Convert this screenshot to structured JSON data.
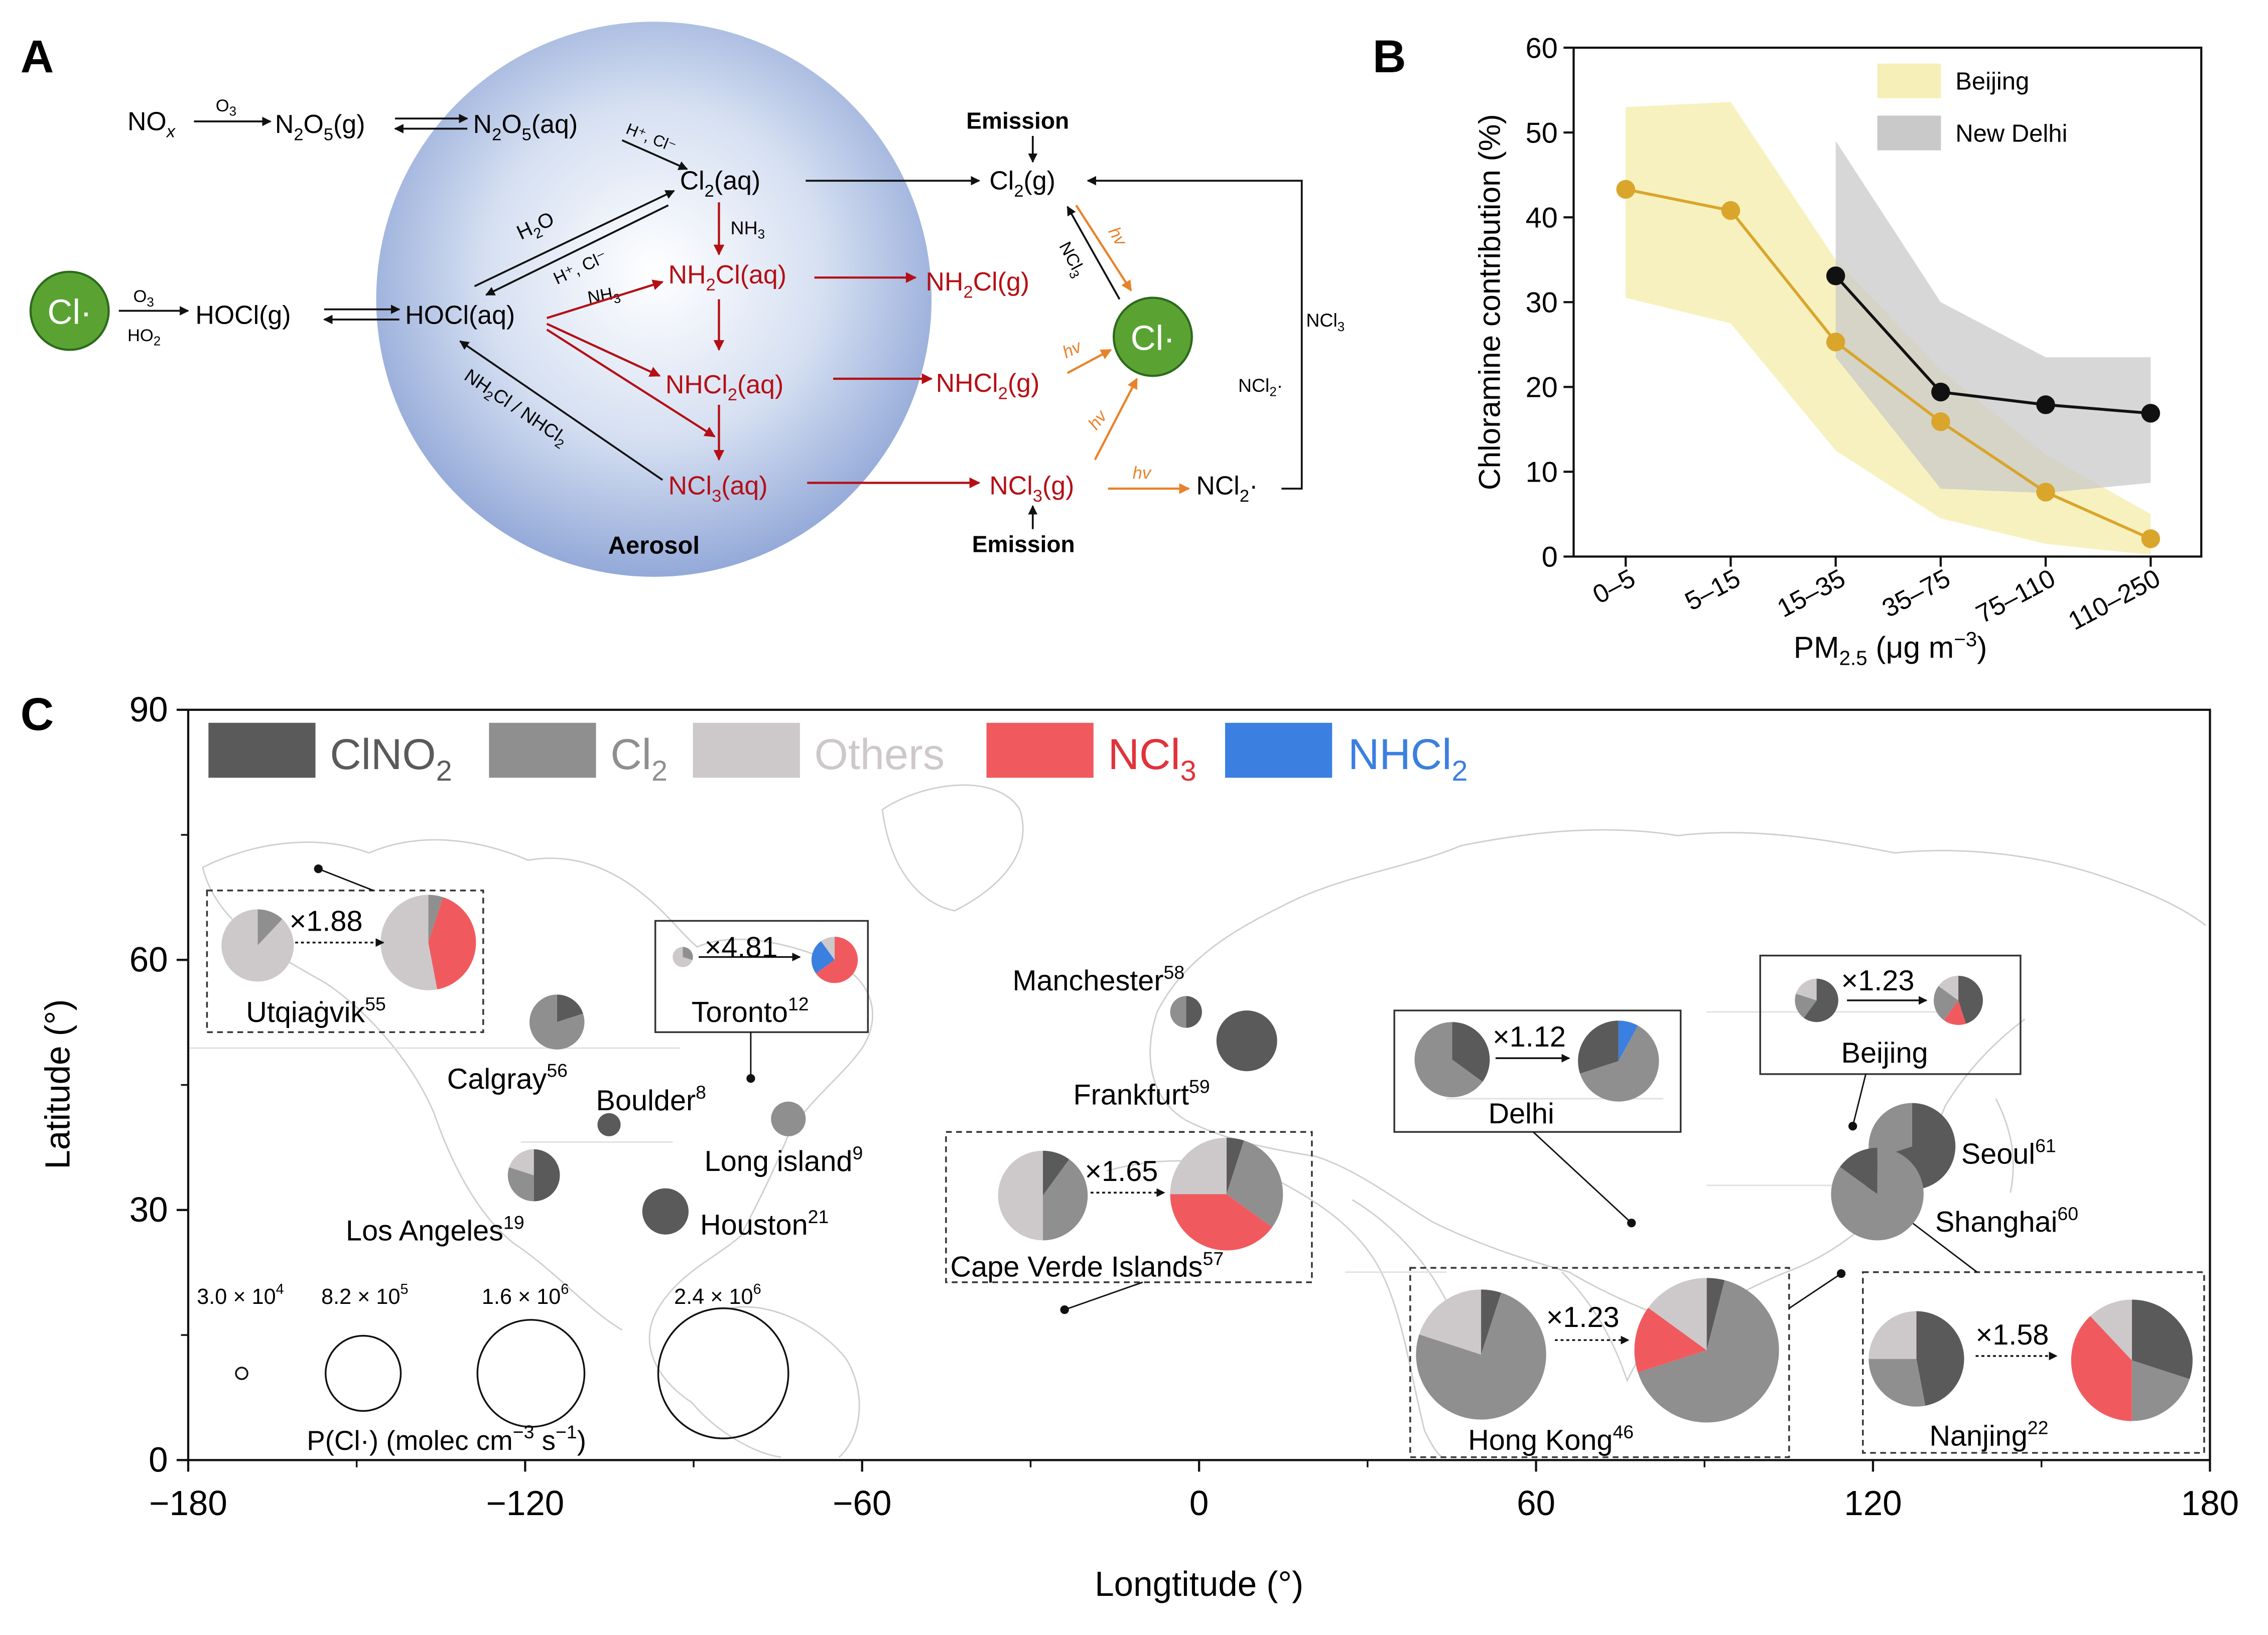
{
  "panel_labels": {
    "a": "A",
    "b": "B",
    "c": "C"
  },
  "panel_a": {
    "nox": "NO",
    "nox_sub": "x",
    "o3": "O",
    "o3_sub": "3",
    "n2o5g": "N",
    "n2o5g_s1": "2",
    "n2o5g_m": "O",
    "n2o5g_s2": "5",
    "n2o5g_t": "(g)",
    "n2o5aq": "N",
    "n2o5aq_s1": "2",
    "n2o5aq_m": "O",
    "n2o5aq_s2": "5",
    "n2o5aq_t": "(aq)",
    "hcl_label": "H⁺, Cl⁻",
    "cl2aq": "Cl",
    "cl2aq_sub": "2",
    "cl2aq_t": "(aq)",
    "cl2g": "Cl",
    "cl2g_sub": "2",
    "cl2g_t": "(g)",
    "emission": "Emission",
    "h2o": "H",
    "h2o_sub": "2",
    "h2o_t": "O",
    "hcl_label2": "H⁺, Cl⁻",
    "nh3": "NH",
    "nh3_sub": "3",
    "nh3_2": "NH",
    "nh3_2_sub": "3",
    "cl_radical": "Cl·",
    "ho2": "HO",
    "ho2_sub": "2",
    "hoclg": "HOCl(g)",
    "hoclaq": "HOCl(aq)",
    "nh2claq": "NH",
    "nh2claq_sub": "2",
    "nh2claq_t": "Cl(aq)",
    "nh2clg": "NH",
    "nh2clg_sub": "2",
    "nh2clg_t": "Cl(g)",
    "nhcl2aq": "NHCl",
    "nhcl2aq_sub": "2",
    "nhcl2aq_t": "(aq)",
    "nhcl2g": "NHCl",
    "nhcl2g_sub": "2",
    "nhcl2g_t": "(g)",
    "ncl3aq": "NCl",
    "ncl3aq_sub": "3",
    "ncl3aq_t": "(aq)",
    "ncl3g": "NCl",
    "ncl3g_sub": "3",
    "ncl3g_t": "(g)",
    "ncl2": "NCl",
    "ncl2_sub": "2",
    "ncl2_t": "·",
    "ncl2_small": "NCl",
    "ncl2_small_sub": "2",
    "ncl2_small_t": "·",
    "ncl3_small": "NCl",
    "ncl3_small_sub": "3",
    "ncl3_tilt": "NCl",
    "ncl3_tilt_sub": "3",
    "nh2cl_nhcl2": "NH",
    "nh2cl_nhcl2_s1": "2",
    "nh2cl_nhcl2_m": "Cl / NHCl",
    "nh2cl_nhcl2_s2": "2",
    "hv": "hv",
    "aerosol": "Aerosol",
    "colors": {
      "red": "#b40f15",
      "orange": "#e8822a",
      "green": "#5aa333",
      "aerosol": "#9db2dc"
    }
  },
  "panel_b": {
    "chart_data": {
      "type": "line",
      "categories": [
        "0–5",
        "5–15",
        "15–35",
        "35–75",
        "75–110",
        "110–250"
      ],
      "series": [
        {
          "name": "Beijing",
          "values": [
            43.3,
            40.8,
            25.3,
            15.9,
            7.6,
            2.1
          ],
          "band_low": [
            30.5,
            27.5,
            12.5,
            4.5,
            1.5,
            0.2
          ],
          "band_high": [
            53.0,
            53.6,
            35.0,
            22.0,
            12.0,
            5.0
          ],
          "color": "#d9a52b",
          "band_color": "#f6efb8"
        },
        {
          "name": "New Delhi",
          "values": [
            null,
            null,
            33.1,
            19.4,
            17.9,
            16.9
          ],
          "band_low": [
            null,
            null,
            23.5,
            8.0,
            7.5,
            8.7
          ],
          "band_high": [
            null,
            null,
            49.0,
            30.0,
            23.5,
            23.5
          ],
          "color": "#111111",
          "band_color": "#c9c9c9"
        }
      ],
      "ylabel": "Chloramine contribution (%)",
      "xlabel": "PM",
      "xlabel_sub": "2.5",
      "xlabel_unit": " (μg m",
      "xlabel_sup": "−3",
      "xlabel_end": ")",
      "ylim": [
        0,
        60
      ],
      "yticks": [
        0,
        10,
        20,
        30,
        40,
        50,
        60
      ],
      "legend": "top-right"
    }
  },
  "panel_c": {
    "chart_data": {
      "type": "scatter",
      "xlabel": "Longtitude (°)",
      "ylabel": "Latitude (°)",
      "xlim": [
        -180,
        180
      ],
      "ylim": [
        0,
        90
      ],
      "xticks": [
        -180,
        -120,
        -60,
        0,
        60,
        120,
        180
      ],
      "yticks": [
        0,
        30,
        60,
        90
      ],
      "legend": [
        {
          "name": "ClNO",
          "sub": "2",
          "color": "#5a5a5a"
        },
        {
          "name": "Cl",
          "sub": "2",
          "color": "#8f8f8f"
        },
        {
          "name": "Others",
          "sub": "",
          "color": "#cdc9cb"
        },
        {
          "name": "NCl",
          "sub": "3",
          "color": "#f05a5f"
        },
        {
          "name": "NHCl",
          "sub": "2",
          "color": "#3b7fe0"
        }
      ],
      "sites": [
        {
          "name": "Utqiaġvik",
          "ref": "55",
          "factor": "×1.88"
        },
        {
          "name": "Toronto",
          "ref": "12",
          "factor": "×4.81"
        },
        {
          "name": "Calgray",
          "ref": "56"
        },
        {
          "name": "Boulder",
          "ref": "8"
        },
        {
          "name": "Long island",
          "ref": "9"
        },
        {
          "name": "Los Angeles",
          "ref": "19"
        },
        {
          "name": "Houston",
          "ref": "21"
        },
        {
          "name": "Manchester",
          "ref": "58"
        },
        {
          "name": "Frankfurt",
          "ref": "59"
        },
        {
          "name": "Cape Verde Islands",
          "ref": "57",
          "factor": "×1.65"
        },
        {
          "name": "Delhi",
          "ref": "",
          "factor": "×1.12"
        },
        {
          "name": "Beijing",
          "ref": "",
          "factor": "×1.23"
        },
        {
          "name": "Seoul",
          "ref": "61"
        },
        {
          "name": "Shanghai",
          "ref": "60"
        },
        {
          "name": "Hong Kong",
          "ref": "46",
          "factor": "×1.23"
        },
        {
          "name": "Nanjing",
          "ref": "22",
          "factor": "×1.58"
        }
      ],
      "size_legend": {
        "values": [
          "3.0 × 10",
          "8.2 × 10",
          "1.6 × 10",
          "2.4 × 10"
        ],
        "exponents": [
          "4",
          "5",
          "6",
          "6"
        ],
        "title": "P(Cl·) (molec cm",
        "title_sup": "−3",
        "title_mid": " s",
        "title_sup2": "−1",
        "title_end": ")"
      }
    }
  }
}
